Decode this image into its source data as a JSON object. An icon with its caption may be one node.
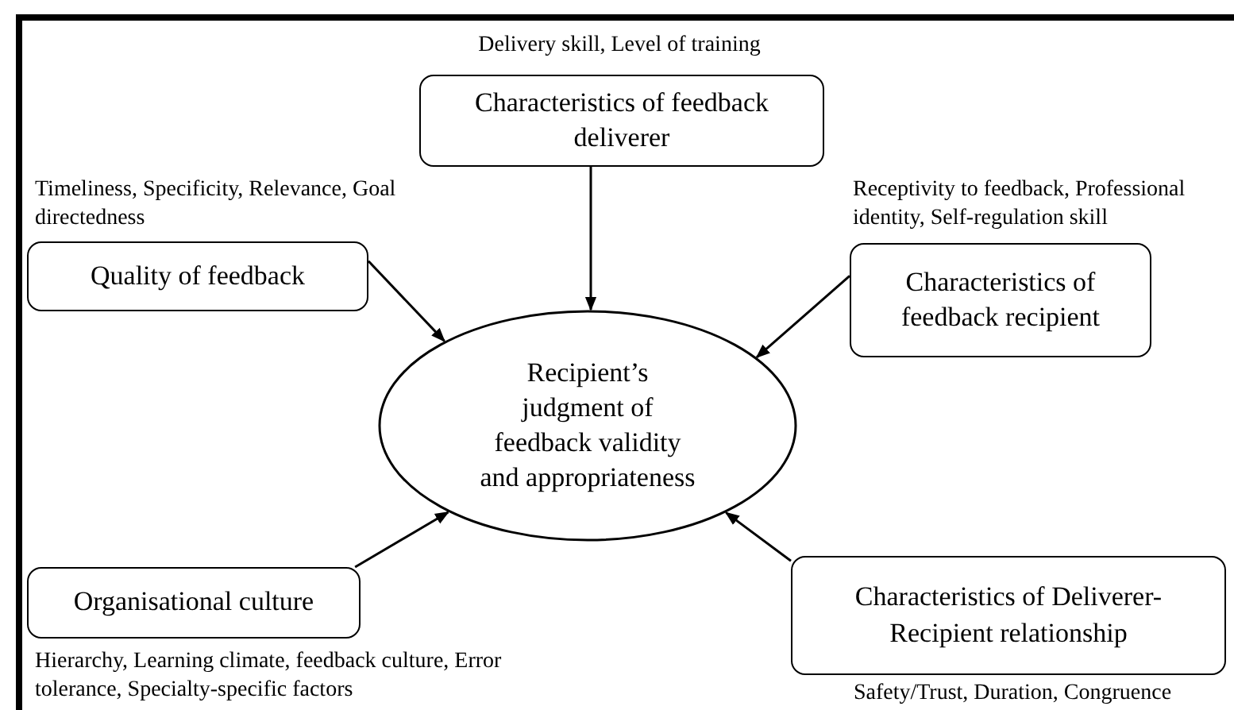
{
  "diagram": {
    "nodes": [
      {
        "text": [
          "Recipient’s judgment of feedback validity and appropriateness"
        ]
      },
      {
        "text": [
          "Characteristics of feedback deliverer"
        ],
        "beside": [
          "Delivery skill, Level of training"
        ]
      },
      {
        "text": [
          "Quality of feedback"
        ],
        "beside": [
          "Timeliness, Specificity, Relevance, Goal directedness"
        ]
      },
      {
        "text": [
          "Characteristics of feedback recipient"
        ],
        "beside": [
          "Receptivity to feedback, Professional identity, Self-regulation skill"
        ]
      },
      {
        "text": [
          "Organisational culture"
        ],
        "beside": [
          "Hierarchy, Learning climate, feedback culture, Error tolerance, Specialty-specific factors"
        ]
      },
      {
        "text": [
          "Characteristics of Deliverer-Recipient relationship"
        ],
        "beside": [
          "Safety/Trust, Duration, Congruence"
        ]
      }
    ],
    "edges": [
      {
        "from": 1,
        "to": 0,
        "arrow": "to"
      },
      {
        "from": 2,
        "to": 0,
        "arrow": "to"
      },
      {
        "from": 3,
        "to": 0,
        "arrow": "to"
      },
      {
        "from": 4,
        "to": 0,
        "arrow": "to"
      },
      {
        "from": 5,
        "to": 0,
        "arrow": "to"
      }
    ]
  }
}
